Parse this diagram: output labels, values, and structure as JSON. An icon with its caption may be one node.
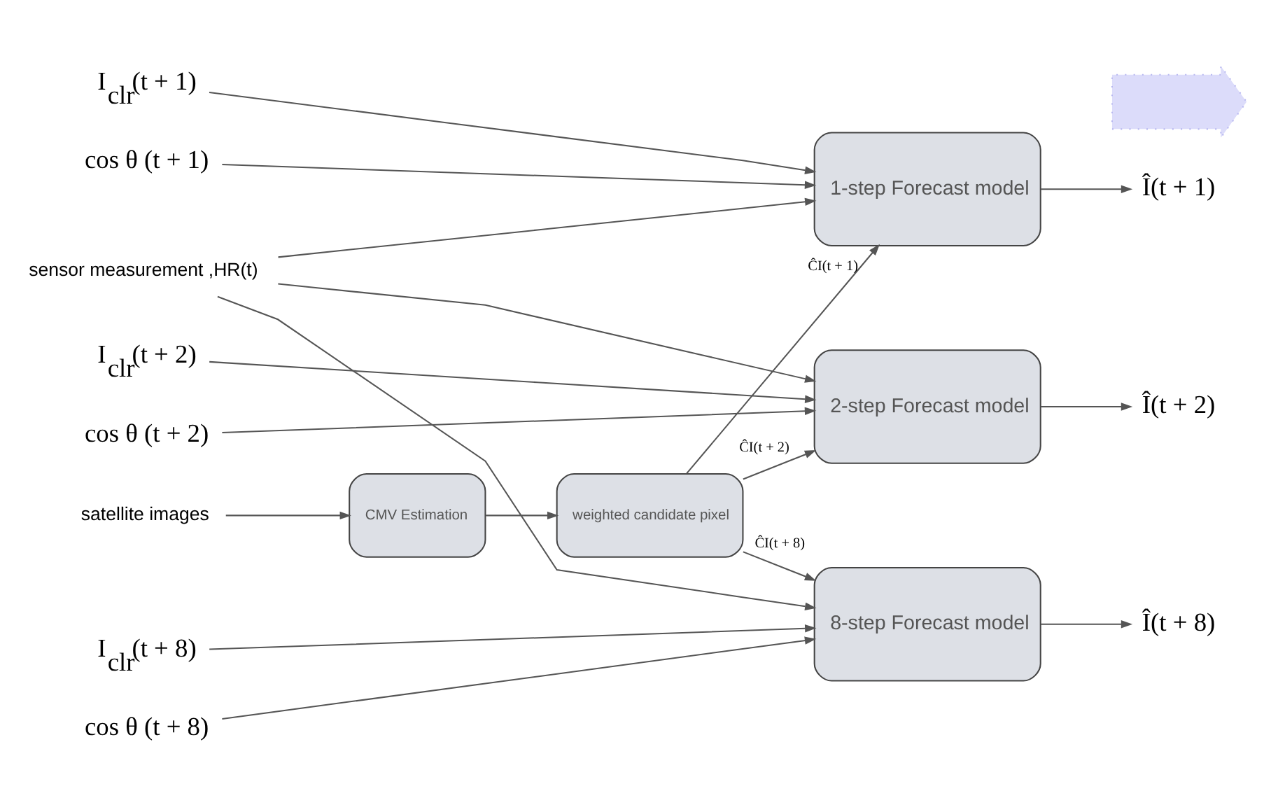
{
  "diagram": {
    "nodes": [
      {
        "text": [
          "I$_{clr}$(t + 1)"
        ]
      },
      {
        "text": [
          "cos θ (t + 1)"
        ]
      },
      {
        "text": [
          "I$_{clr}$(t + 2)"
        ]
      },
      {
        "text": [
          "cos θ (t + 2)"
        ]
      },
      {
        "text": [
          "sensor measurement ,HR(t)"
        ]
      },
      {
        "text": [
          "satellite images"
        ]
      },
      {
        "text": [
          "CMV Estimation"
        ]
      },
      {
        "text": [
          "weighted candidate pixel"
        ]
      },
      {
        "text": [
          "I$_{clr}$(t + 8)"
        ]
      },
      {
        "text": [
          "cos θ (t + 8)"
        ]
      },
      {
        "text": [
          "1-step Forecast model"
        ]
      },
      {
        "text": [
          "2-step Forecast model"
        ]
      },
      {
        "text": [
          "8-step Forecast model"
        ]
      },
      {
        "text": [
          "Î(t + 1)"
        ]
      },
      {
        "text": [
          "Î(t + 2)"
        ]
      },
      {
        "text": [
          "Î(t + 8)"
        ]
      },
      {
        "text": [],
        "shape": "arrow"
      }
    ],
    "edges": [
      {
        "from": 0,
        "to": 10,
        "arrow": "to"
      },
      {
        "from": 4,
        "to": 10,
        "arrow": "to"
      },
      {
        "from": 1,
        "to": 10,
        "arrow": "to"
      },
      {
        "from": 7,
        "to": 10,
        "arrow": "to",
        "label": "ĈI(t + 1)"
      },
      {
        "from": 2,
        "to": 11,
        "arrow": "to"
      },
      {
        "from": 4,
        "to": 11,
        "arrow": "to"
      },
      {
        "from": 3,
        "to": 11,
        "arrow": "to"
      },
      {
        "from": 7,
        "to": 11,
        "arrow": "to",
        "label": "ĈI(t + 2)"
      },
      {
        "from": 5,
        "to": 6,
        "arrow": "to"
      },
      {
        "from": 6,
        "to": 7,
        "arrow": "to"
      },
      {
        "from": 8,
        "to": 12,
        "arrow": "to"
      },
      {
        "from": 4,
        "to": 12,
        "arrow": "to"
      },
      {
        "from": 9,
        "to": 12,
        "arrow": "to"
      },
      {
        "from": 7,
        "to": 12,
        "arrow": "to",
        "label": "ĈI(t + 8)"
      },
      {
        "from": 10,
        "to": 13,
        "arrow": "to"
      },
      {
        "from": 11,
        "to": 14,
        "arrow": "to"
      },
      {
        "from": 12,
        "to": 15,
        "arrow": "to"
      }
    ]
  }
}
